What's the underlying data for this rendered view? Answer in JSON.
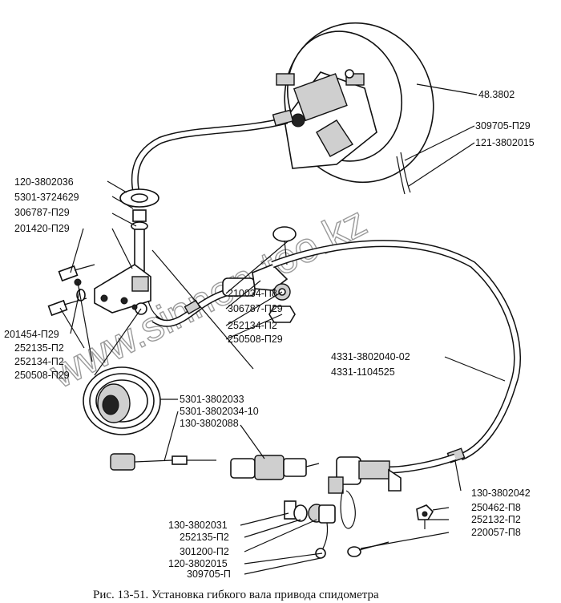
{
  "watermark": "www.sinnon-too.kz",
  "caption": "Рис. 13-51. Установка гибкого вала привода спидометра",
  "labels": {
    "l48_3802": "48.3802",
    "l309705_p29_top": "309705-П29",
    "l121_3802015": "121-3802015",
    "l120_3802036": "120-3802036",
    "l5301_3724629": "5301-3724629",
    "l306787_p29_left": "306787-П29",
    "l201420_p29": "201420-П29",
    "l210034_p8": "210034-П8",
    "l306787_p29_mid": "306787-П29",
    "l252134_p2_mid": "252134-П2",
    "l250508_p29_mid": "250508-П29",
    "l4331_3802040_02": "4331-3802040-02",
    "l4331_1104525": "4331-1104525",
    "l201454_p29": "201454-П29",
    "l252135_p2_left": "252135-П2",
    "l252134_p2_left": "252134-П2",
    "l250508_p29_left": "250508-П29",
    "l5301_3802033": "5301-3802033",
    "l5301_3802034_10": "5301-3802034-10",
    "l130_3802088": "130-3802088",
    "l130_3802042": "130-3802042",
    "l250462_p8": "250462-П8",
    "l252132_p2": "252132-П2",
    "l220057_p8": "220057-П8",
    "l130_3802031": "130-3802031",
    "l252135_p2_bottom": "252135-П2",
    "l301200_p2": "301200-П2",
    "l120_3802015": "120-3802015",
    "l309705_p_bottom": "309705-П"
  }
}
